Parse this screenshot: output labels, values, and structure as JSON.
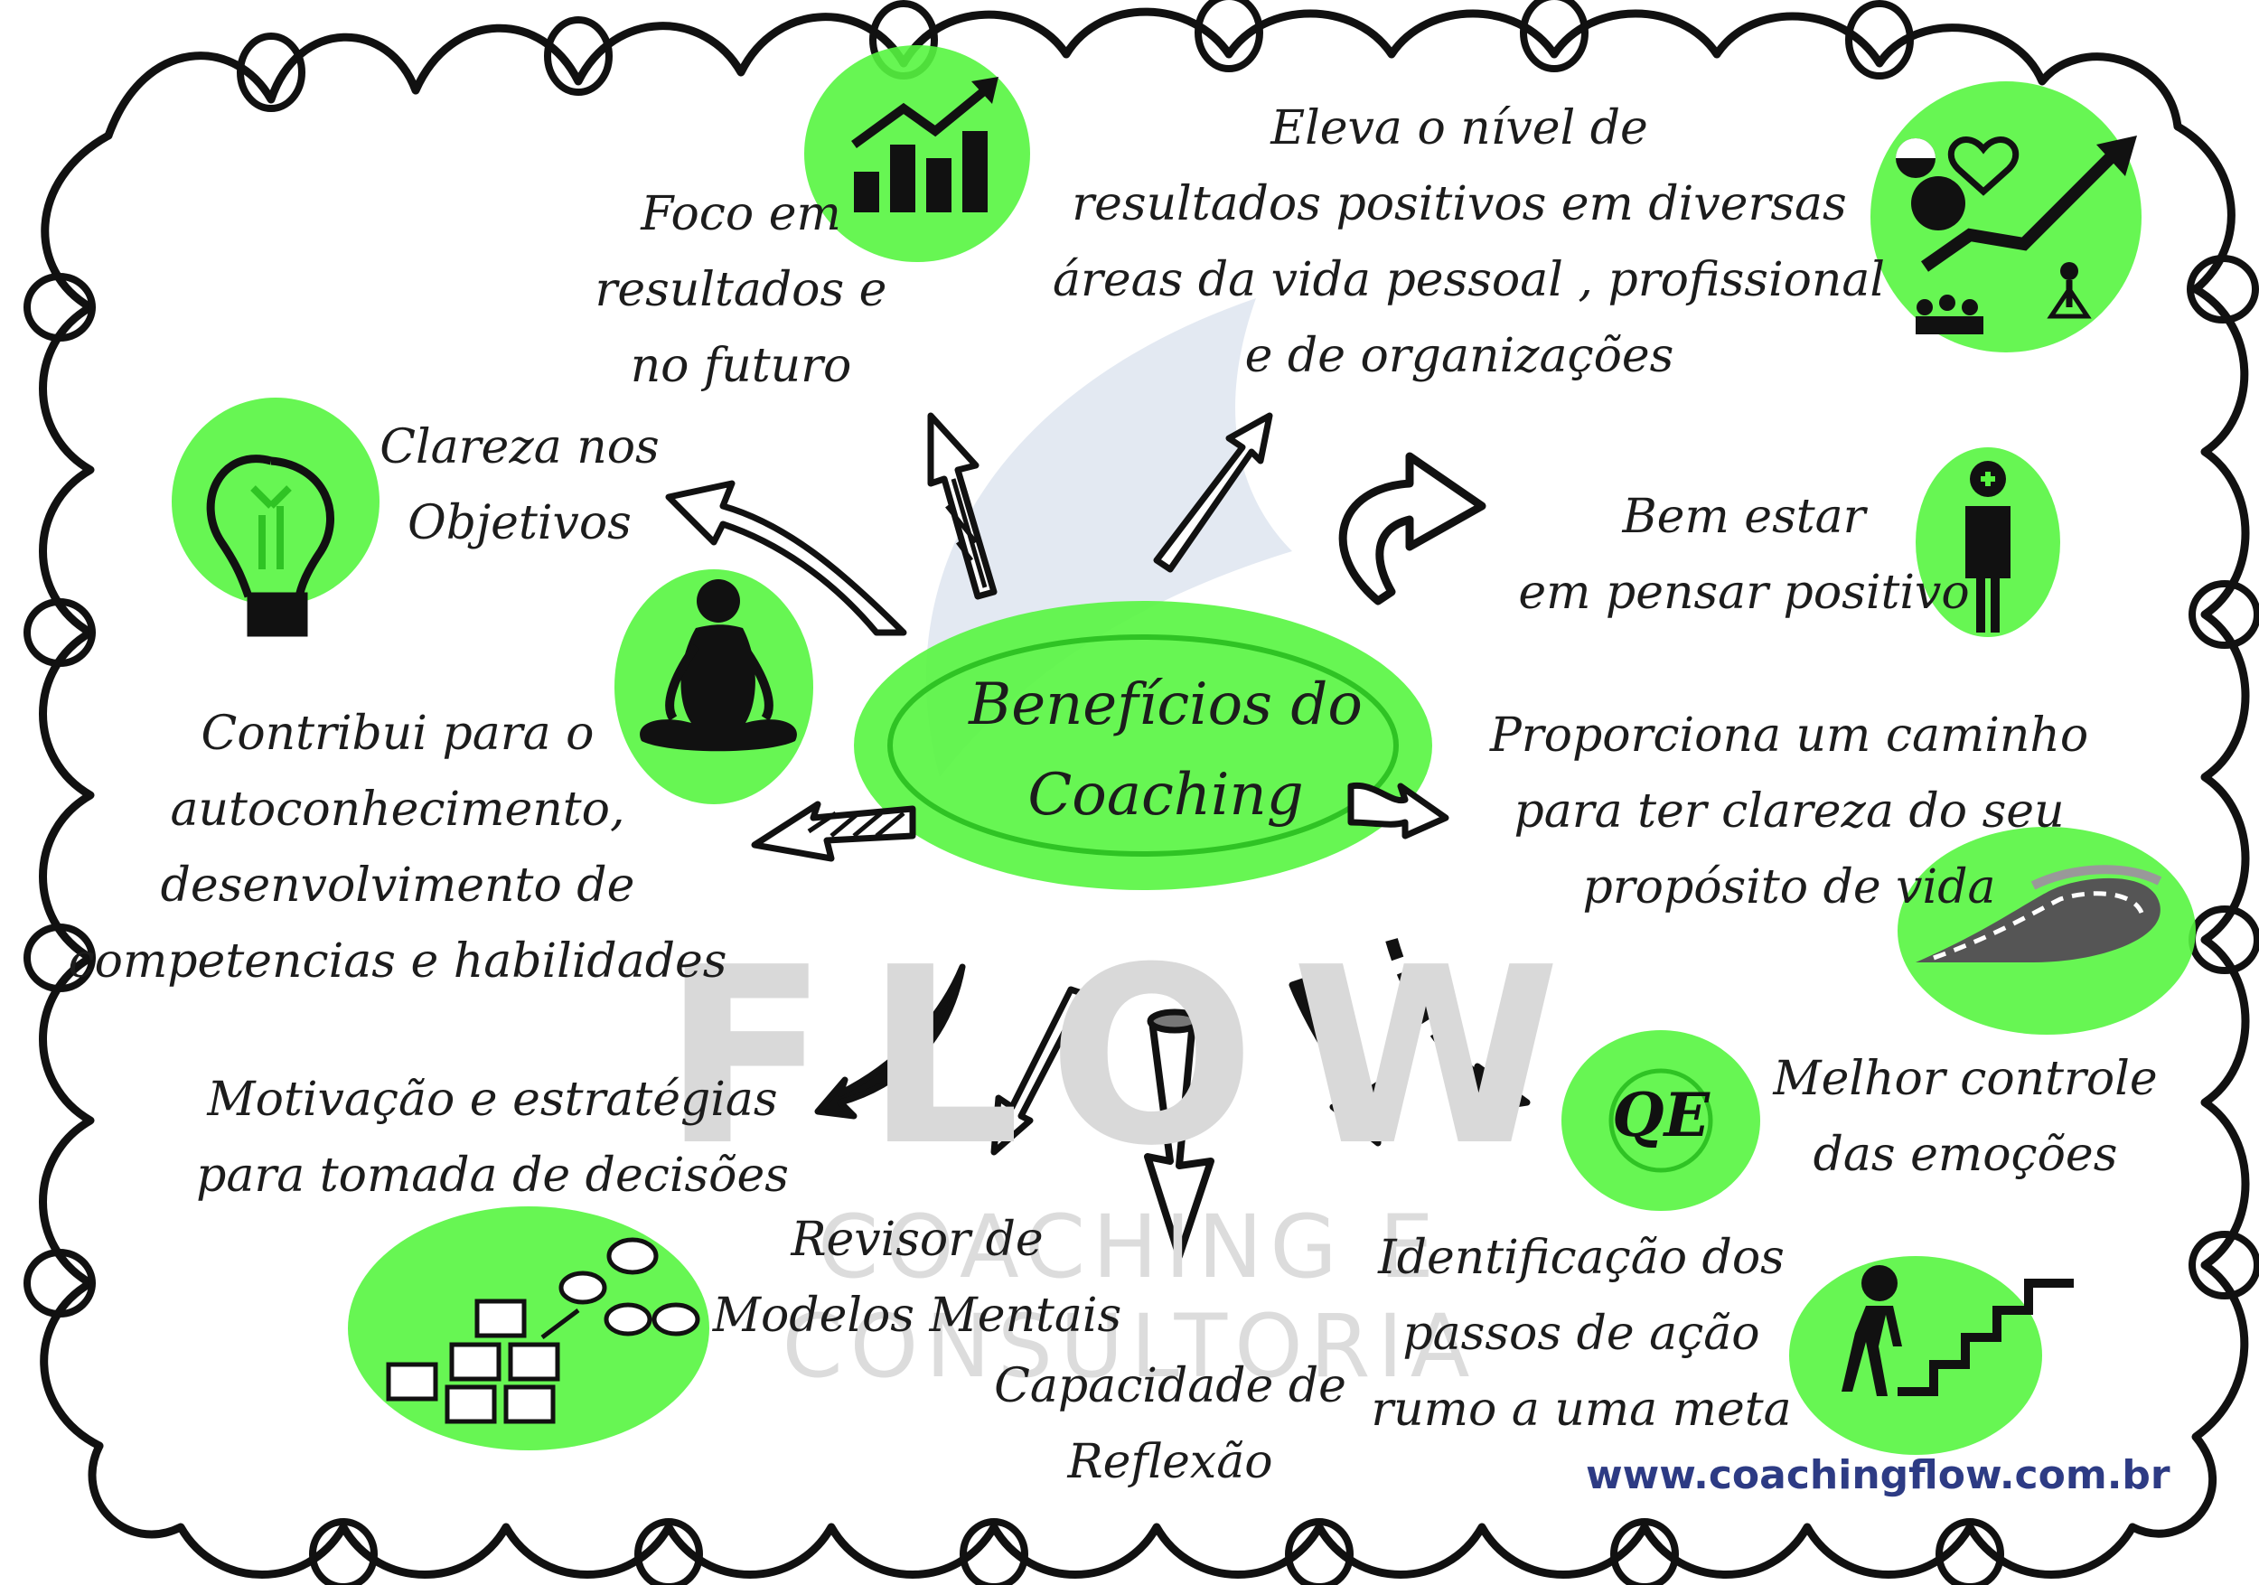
{
  "title_lines": [
    "Benefícios do",
    "Coaching"
  ],
  "items": {
    "foco": [
      "Foco em",
      "resultados e",
      "no futuro"
    ],
    "eleva": [
      "Eleva o nível de",
      "resultados positivos em diversas",
      "áreas da vida pessoal , profissional",
      "e de organizações"
    ],
    "clareza": [
      "Clareza nos",
      "Objetivos"
    ],
    "bem_estar": [
      "Bem estar",
      "em pensar positivo"
    ],
    "contribui": [
      "Contribui para o",
      "autoconhecimento,",
      "desenvolvimento de",
      "competencias e habilidades"
    ],
    "proporciona": [
      "Proporciona um caminho",
      "para ter clareza do seu",
      "propósito de vida"
    ],
    "motivacao": [
      "Motivação e estratégias",
      "para tomada de decisões"
    ],
    "controle": [
      "Melhor controle",
      "das emoções"
    ],
    "revisor": [
      "Revisor de",
      "Modelos Mentais"
    ],
    "capacidade": [
      "Capacidade de",
      "Reflexão"
    ],
    "identificacao": [
      "Identificação dos",
      "passos de ação",
      "rumo a uma meta"
    ]
  },
  "qe_badge": "QE",
  "watermark": {
    "brand": "FLOW",
    "line1": "COACHING E",
    "line2": "CONSULTORIA"
  },
  "website": "www.coachingflow.com.br",
  "colors": {
    "highlight_green": "#57f540",
    "highlight_dark": "#2fc324",
    "ink": "#1c1c1c",
    "url_blue": "#2d3b84",
    "watermark_gray": "#d9d9d9",
    "watermark_leaf": "#e3e9f2"
  },
  "icons": [
    "bar-chart-growth-icon",
    "life-growth-collage-icon",
    "lightbulb-icon",
    "person-health-icon",
    "meditation-icon",
    "road-icon",
    "org-chart-icon",
    "stairs-climber-icon"
  ]
}
